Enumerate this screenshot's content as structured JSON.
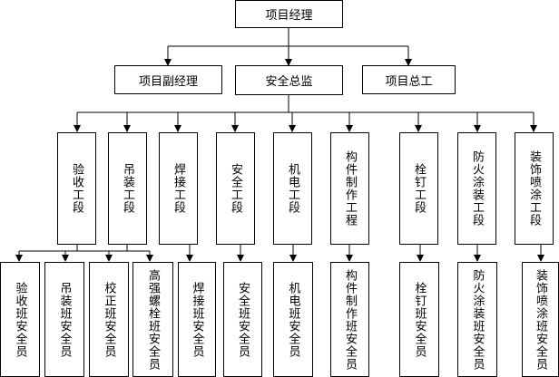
{
  "org_chart": {
    "root": "项目经理",
    "level2": [
      "项目副经理",
      "安全总监",
      "项目总工"
    ],
    "sections": [
      "验收工段",
      "吊装工段",
      "焊接工段",
      "安全工段",
      "机电工段",
      "构件制作工程",
      "栓钉工段",
      "防火涂装工段",
      "装饰喷涂工段"
    ],
    "officers": [
      "验收班安全员",
      "吊装班安全员",
      "校正班安全员",
      "高强螺栓班安全员",
      "焊接班安全员",
      "安全班安全员",
      "机电班安全员",
      "构件制作班安全员",
      "栓钉班安全员",
      "防火涂装班安全员",
      "装饰喷涂班安全员"
    ]
  },
  "colors": {
    "line": "#000000",
    "box_border": "#000000",
    "box_fill": "#ffffff"
  }
}
